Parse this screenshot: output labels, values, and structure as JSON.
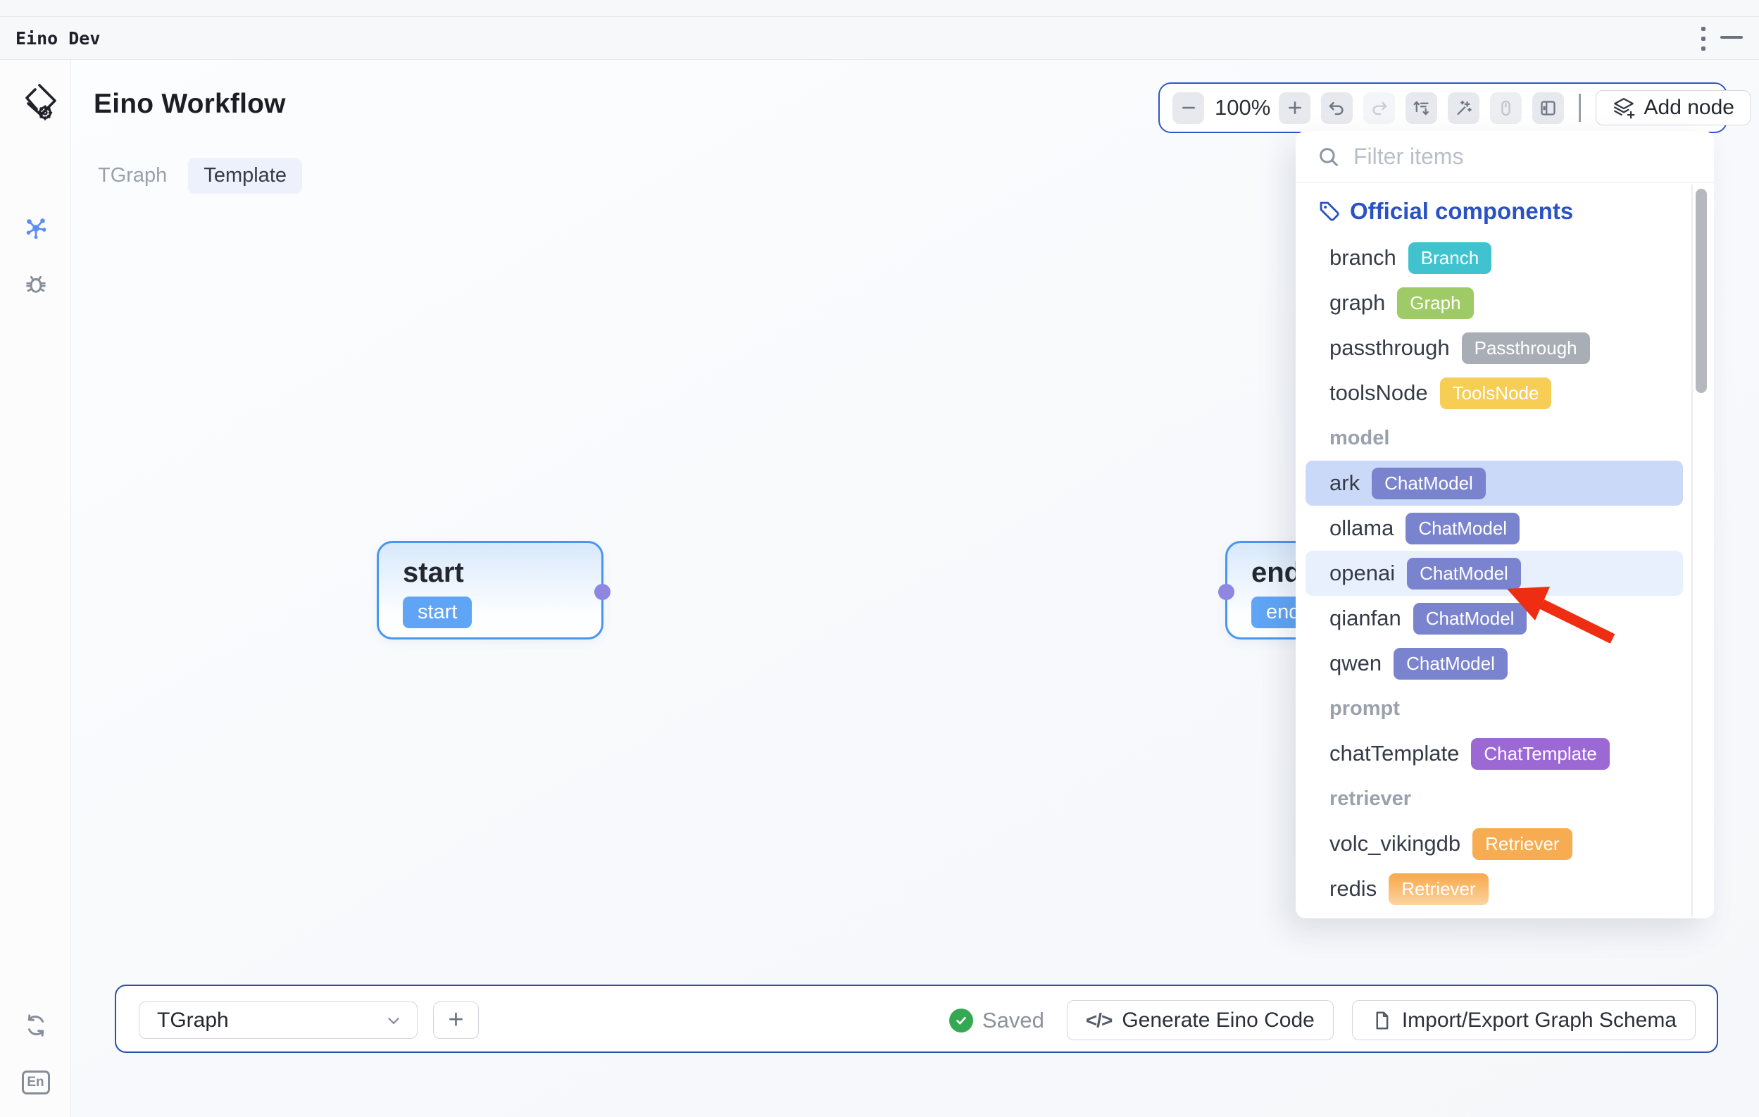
{
  "window": {
    "app_title": "Eino Dev"
  },
  "header": {
    "title": "Eino Workflow",
    "tab_tgraph": "TGraph",
    "tab_template": "Template"
  },
  "sidebar": {
    "language_label": "En",
    "help_label": "?"
  },
  "toolbar": {
    "zoom_level": "100%",
    "add_node_label": "Add node"
  },
  "panel": {
    "search_placeholder": "Filter items",
    "header": "Official components",
    "sections": [
      {
        "label": "",
        "items": [
          {
            "name": "branch",
            "badge": "Branch",
            "badge_color": "#41c3cf"
          },
          {
            "name": "graph",
            "badge": "Graph",
            "badge_color": "#9ecb66"
          },
          {
            "name": "passthrough",
            "badge": "Passthrough",
            "badge_color": "#a9aeb6"
          },
          {
            "name": "toolsNode",
            "badge": "ToolsNode",
            "badge_color": "#f6ce55"
          }
        ]
      },
      {
        "label": "model",
        "items": [
          {
            "name": "ark",
            "badge": "ChatModel",
            "badge_color": "#7a83cd",
            "highlighted": "strong"
          },
          {
            "name": "ollama",
            "badge": "ChatModel",
            "badge_color": "#7a83cd"
          },
          {
            "name": "openai",
            "badge": "ChatModel",
            "badge_color": "#7a83cd",
            "highlighted": "light",
            "annotated": "red-arrow"
          },
          {
            "name": "qianfan",
            "badge": "ChatModel",
            "badge_color": "#7a83cd"
          },
          {
            "name": "qwen",
            "badge": "ChatModel",
            "badge_color": "#7a83cd"
          }
        ]
      },
      {
        "label": "prompt",
        "items": [
          {
            "name": "chatTemplate",
            "badge": "ChatTemplate",
            "badge_color": "#9c68d4"
          }
        ]
      },
      {
        "label": "retriever",
        "items": [
          {
            "name": "volc_vikingdb",
            "badge": "Retriever",
            "badge_color": "#f8ac51"
          },
          {
            "name": "redis",
            "badge": "Retriever",
            "badge_color": "#f8ac51"
          }
        ]
      }
    ]
  },
  "canvas": {
    "nodes": [
      {
        "title": "start",
        "badge": "start"
      },
      {
        "title": "end",
        "badge": "end"
      }
    ]
  },
  "bottombar": {
    "graph_name": "TGraph",
    "add_label": "+",
    "status": "Saved",
    "generate_icon": "</>",
    "generate_label": "Generate Eino Code",
    "import_label": "Import/Export Graph Schema"
  },
  "colors": {
    "accent_blue": "#3156c8",
    "bottom_bar_blue": "#2a4fae",
    "header_blue": "#2a52c5",
    "highlight_strong": "#cbd9f8",
    "highlight_light": "#e9f0fd",
    "node_border": "#4896f1",
    "node_badge": "#60a5f5",
    "port_purple": "#8e86e1",
    "saved_green": "#35a853",
    "arrow_red": "#ee2d12"
  }
}
